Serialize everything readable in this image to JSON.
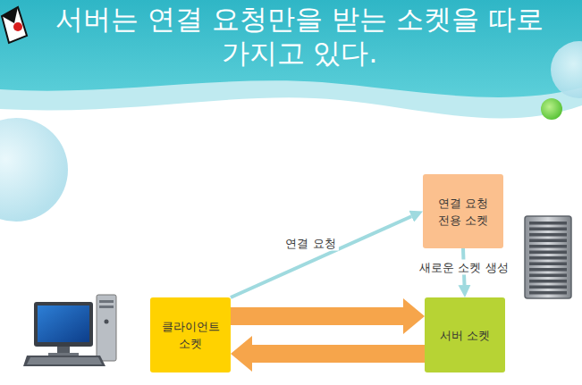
{
  "diagram": {
    "title": "서버는 연결 요청만을 받는 소켓을 따로 가지고 있다.",
    "nodes": [
      {
        "text": [
          "연결 요청 전용 소켓"
        ]
      },
      {
        "text": [
          "클라이언트 소켓"
        ]
      },
      {
        "text": [
          "서버 소켓"
        ]
      }
    ],
    "edges": [
      {
        "from": 1,
        "to": 0,
        "label": "연결 요청",
        "arrow": "to"
      },
      {
        "from": 0,
        "to": 2,
        "label": "새로운 소켓 생성",
        "arrow": "to"
      },
      {
        "from": 1,
        "to": 2,
        "arrow": "to"
      },
      {
        "from": 2,
        "to": 1,
        "arrow": "to"
      }
    ]
  }
}
